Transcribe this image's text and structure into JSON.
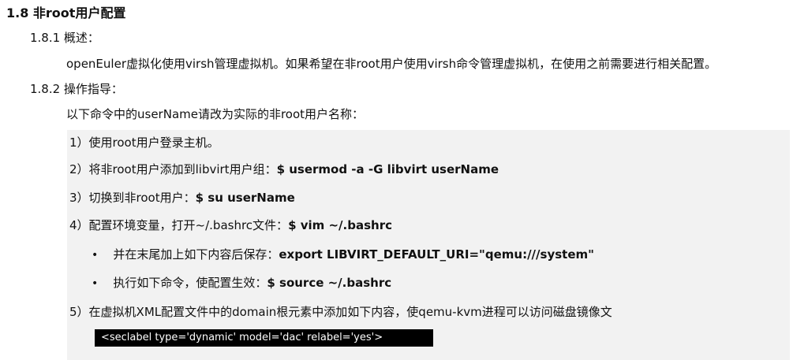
{
  "heading": "1.8 非root用户配置",
  "sec1": {
    "title": "1.8.1 概述：",
    "body": "openEuler虚拟化使用virsh管理虚拟机。如果希望在非root用户使用virsh命令管理虚拟机，在使用之前需要进行相关配置。"
  },
  "sec2": {
    "title": "1.8.2 操作指导：",
    "intro": "以下命令中的userName请改为实际的非root用户名称："
  },
  "steps": [
    {
      "text": "1）使用root用户登录主机。",
      "cmd": ""
    },
    {
      "text": "2）将非root用户添加到libvirt用户组：",
      "cmd": "$ usermod -a -G libvirt userName"
    },
    {
      "text": "3）切换到非root用户：",
      "cmd": "$ su userName"
    },
    {
      "text": "4）配置环境变量，打开~/.bashrc文件：",
      "cmd": "$ vim ~/.bashrc"
    },
    {
      "text": "5）在虚拟机XML配置文件中的domain根元素中添加如下内容，使qemu-kvm进程可以访问磁盘镜像文",
      "cmd": ""
    }
  ],
  "bullets": [
    {
      "text": "并在末尾加上如下内容后保存：",
      "cmd": "export LIBVIRT_DEFAULT_URI=\"qemu:///system\""
    },
    {
      "text": "执行如下命令，使配置生效：",
      "cmd": "$ source ~/.bashrc"
    }
  ],
  "code": "<seclabel type='dynamic' model='dac' relabel='yes'>"
}
